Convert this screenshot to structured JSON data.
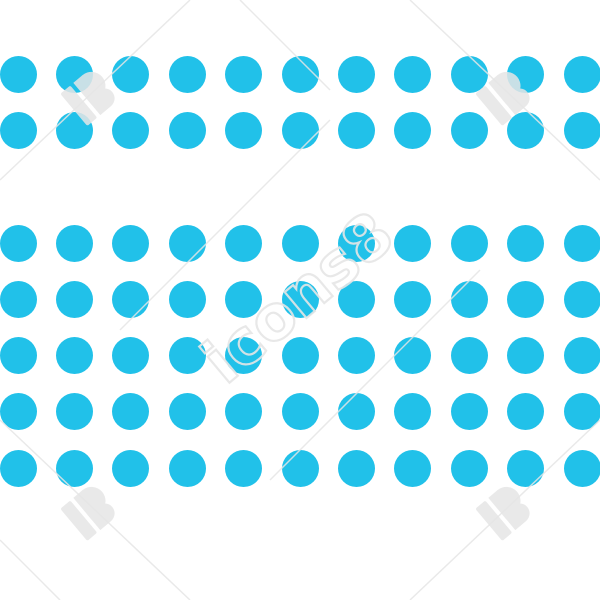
{
  "pattern": {
    "dot_color": "#21C1E9",
    "background_color": "#FFFFFF",
    "columns": 11,
    "top_band_rows": 2,
    "bottom_band_rows": 5
  },
  "watermark": {
    "brand_text": "icons8",
    "color": "#E6E6E6"
  }
}
